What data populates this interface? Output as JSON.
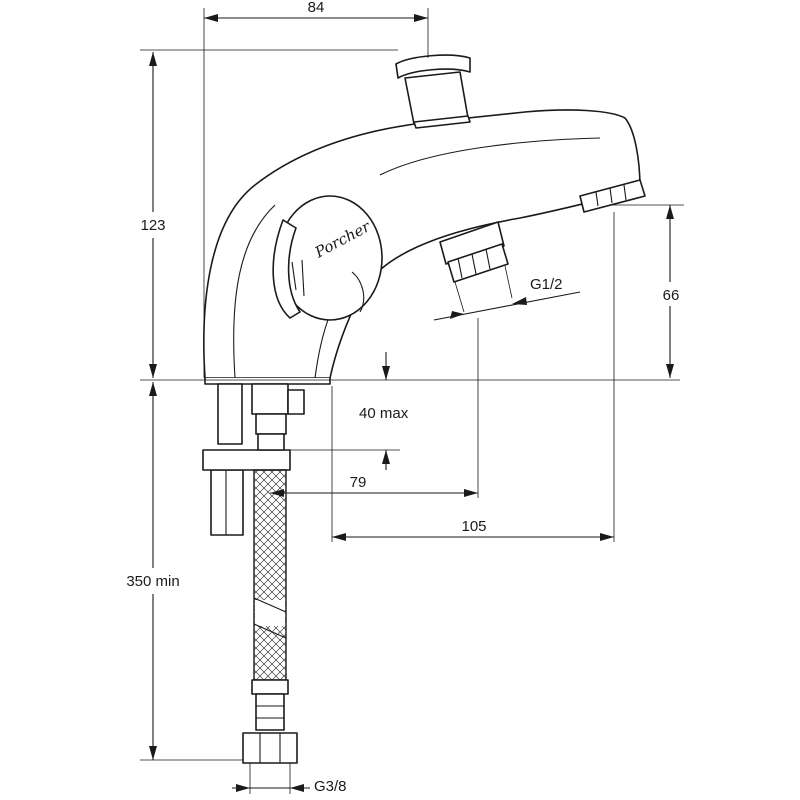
{
  "drawing": {
    "brand_logo": "Porcher",
    "dimensions": {
      "total_width": "84",
      "spout_height": "123",
      "outlet_height": "66",
      "thread_outlet": "G1/2",
      "deck_thickness": "40 max",
      "outlet_offset": "79",
      "spout_reach": "105",
      "hose_length": "350 min",
      "thread_connection": "G3/8"
    }
  }
}
